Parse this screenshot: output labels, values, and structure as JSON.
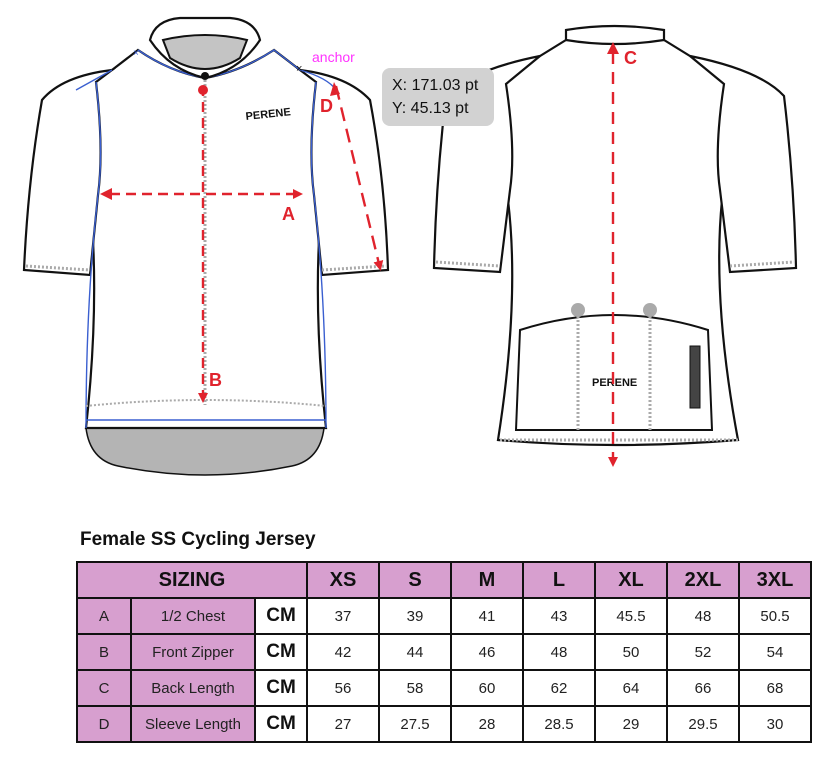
{
  "labels": {
    "anchor": "anchor",
    "tooltip_x": "X: 171.03 pt",
    "tooltip_y": "Y: 45.13 pt",
    "brand_front": "PERENE",
    "brand_back": "PERENE",
    "measure_a": "A",
    "measure_b": "B",
    "measure_c": "C",
    "measure_d": "D"
  },
  "size_chart": {
    "title": "Female SS Cycling Jersey",
    "sizing_header": "SIZING",
    "sizes": [
      "XS",
      "S",
      "M",
      "L",
      "XL",
      "2XL",
      "3XL"
    ],
    "rows": [
      {
        "code": "A",
        "name": "1/2 Chest",
        "unit": "CM",
        "values": [
          "37",
          "39",
          "41",
          "43",
          "45.5",
          "48",
          "50.5"
        ]
      },
      {
        "code": "B",
        "name": "Front Zipper",
        "unit": "CM",
        "values": [
          "42",
          "44",
          "46",
          "48",
          "50",
          "52",
          "54"
        ]
      },
      {
        "code": "C",
        "name": "Back Length",
        "unit": "CM",
        "values": [
          "56",
          "58",
          "60",
          "62",
          "64",
          "66",
          "68"
        ]
      },
      {
        "code": "D",
        "name": "Sleeve Length",
        "unit": "CM",
        "values": [
          "27",
          "27.5",
          "28",
          "28.5",
          "29",
          "29.5",
          "30"
        ]
      }
    ]
  },
  "colors": {
    "header_fill": "#d79fcf",
    "measure_arrow": "#e0232d",
    "selection_outline": "#3a5fd0",
    "anchor_label": "#ff33ff"
  }
}
